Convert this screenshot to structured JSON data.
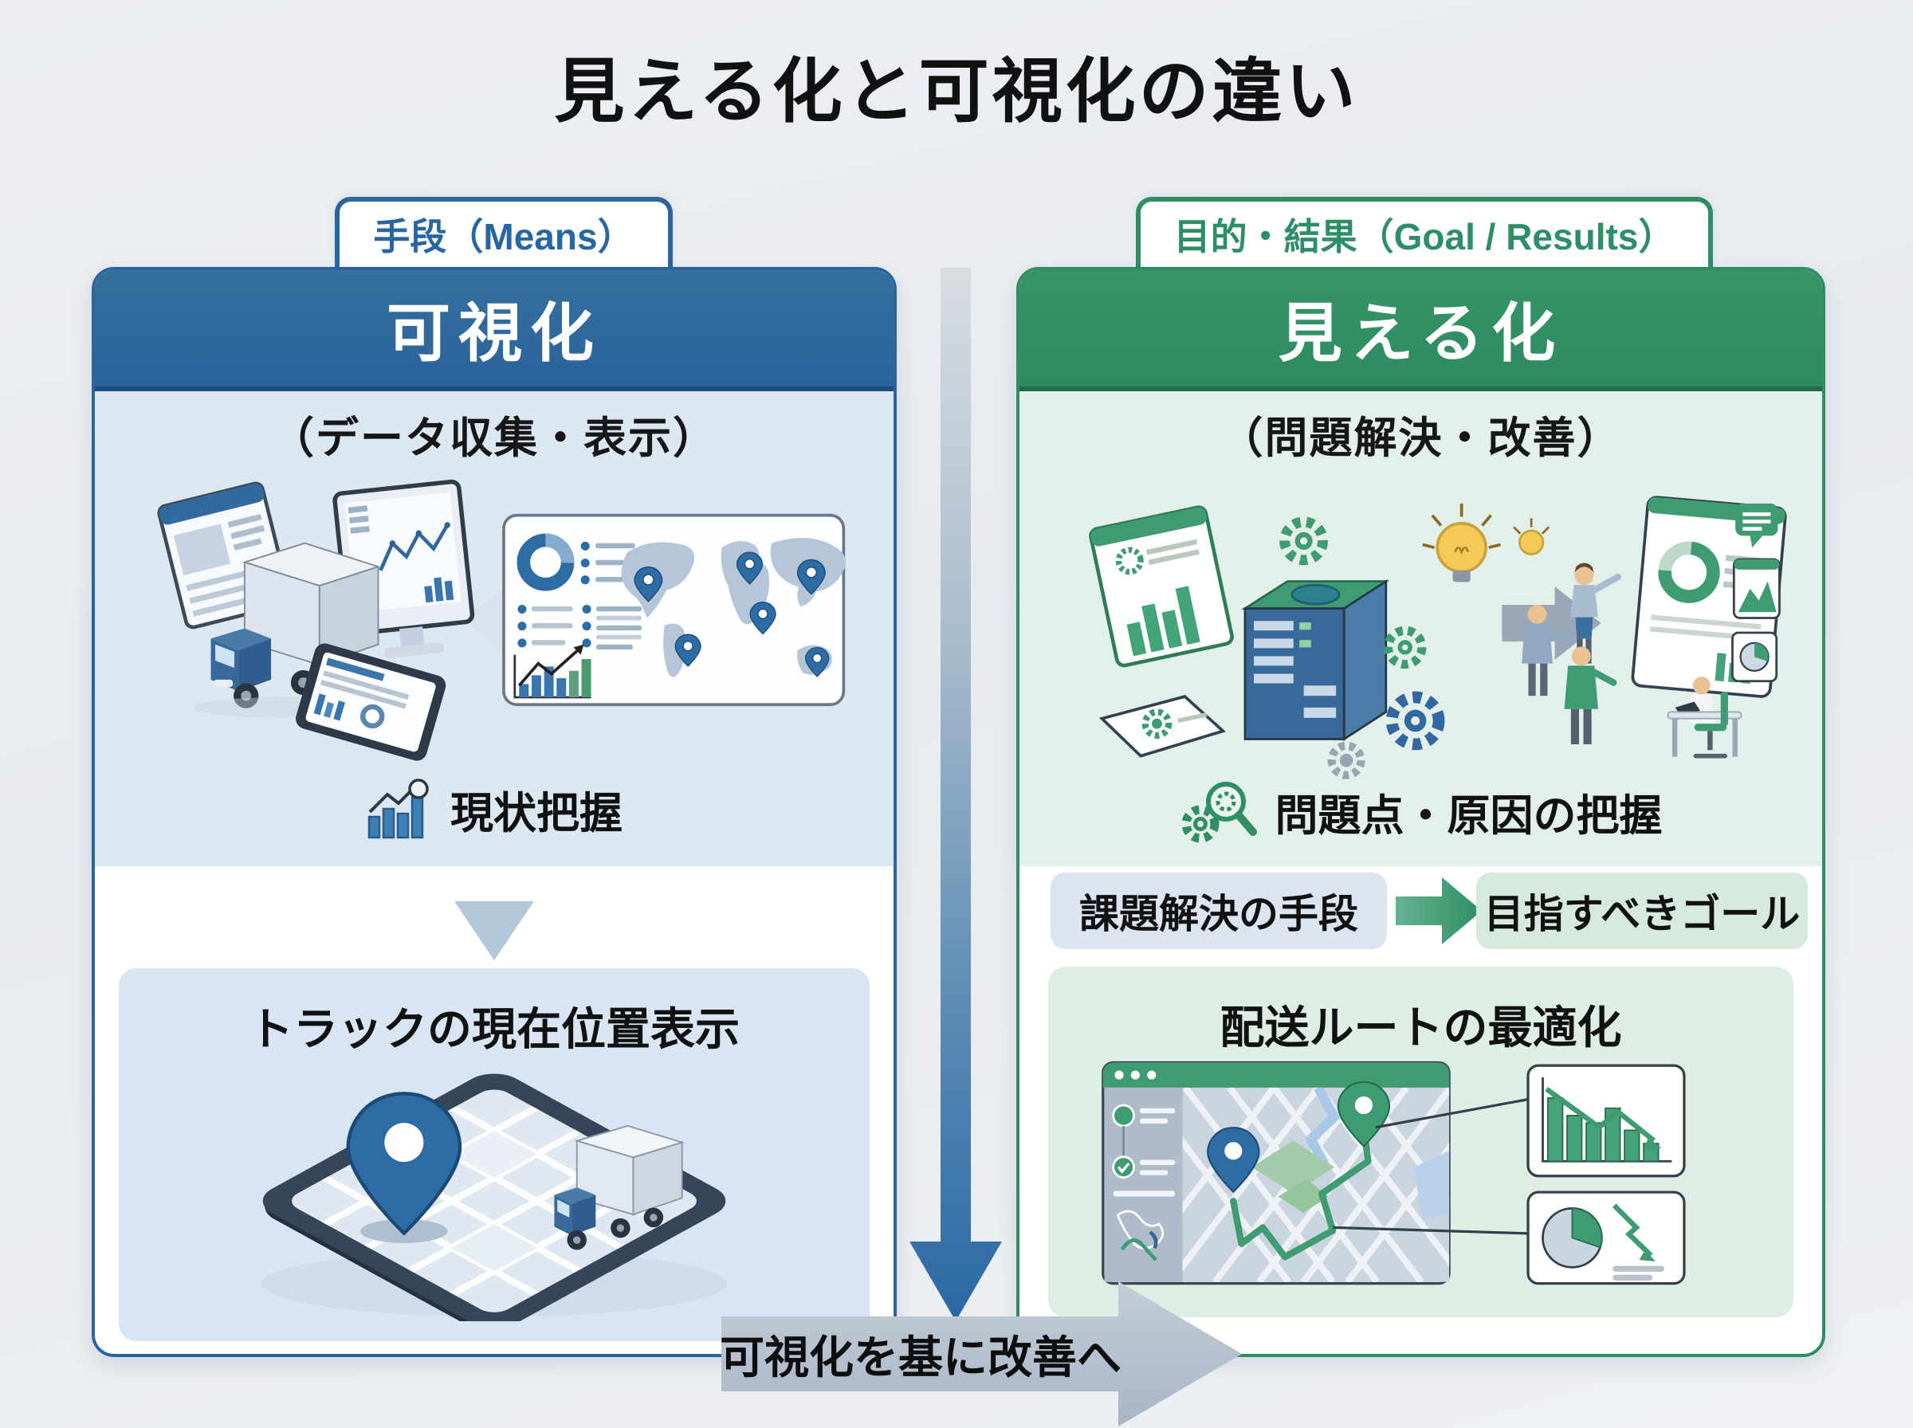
{
  "title": "見える化と可視化の違い",
  "left_panel": {
    "badge": "手段（Means）",
    "header": "可視化",
    "subtitle": "（データ収集・表示）",
    "status_label": "現状把握",
    "card_title": "トラックの現在位置表示"
  },
  "right_panel": {
    "badge": "目的・結果（Goal / Results）",
    "header": "見える化",
    "subtitle": "（問題解決・改善）",
    "status_label": "問題点・原因の把握",
    "means_box_label": "課題解決の手段",
    "goal_box_label": "目指すべきゴール",
    "card_title": "配送ルートの最適化"
  },
  "footer": {
    "arrow_label": "可視化を基に改善へ"
  },
  "icons": {
    "left_status": "person-bar-chart-icon",
    "right_status": "magnifier-gears-icon",
    "left_divider": "down-triangle-icon",
    "center": "down-arrow-icon",
    "between_boxes": "right-arrow-icon",
    "footer": "right-arrow-banner"
  },
  "colors": {
    "blue_accent": "#2b659e",
    "green_accent": "#2f8f63",
    "light_blue_bg": "#dbe7f3",
    "light_green_bg": "#e2f0e9",
    "inner_blue_card": "#d8e5f3",
    "inner_green_card": "#ddeee5",
    "means_box_bg": "#dde4f1",
    "goal_box_bg": "#d6e9de",
    "footer_arrow": "#b9c4d1",
    "pin_blue": "#2d6ca5",
    "route_green": "#3f9b72"
  }
}
